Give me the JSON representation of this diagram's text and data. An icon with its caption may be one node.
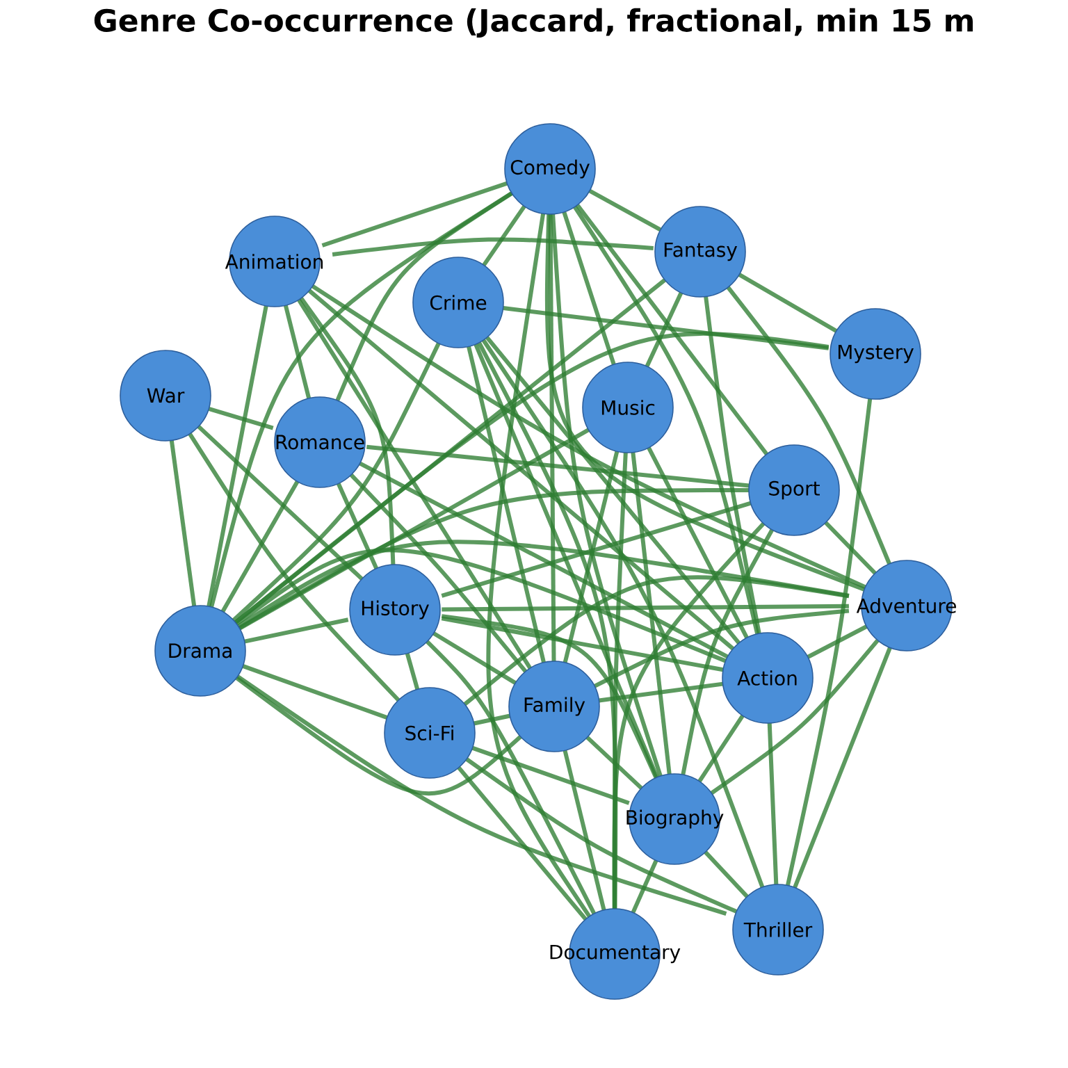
{
  "diagram": {
    "title": "Genre Co-occurrence (Jaccard, fractional, min 15 m",
    "nodes": [
      {
        "text": [
          "Comedy"
        ]
      },
      {
        "text": [
          "Fantasy"
        ]
      },
      {
        "text": [
          "Animation"
        ]
      },
      {
        "text": [
          "Crime"
        ]
      },
      {
        "text": [
          "Mystery"
        ]
      },
      {
        "text": [
          "War"
        ]
      },
      {
        "text": [
          "Music"
        ]
      },
      {
        "text": [
          "Romance"
        ]
      },
      {
        "text": [
          "Sport"
        ]
      },
      {
        "text": [
          "Adventure"
        ]
      },
      {
        "text": [
          "History"
        ]
      },
      {
        "text": [
          "Drama"
        ]
      },
      {
        "text": [
          "Action"
        ]
      },
      {
        "text": [
          "Family"
        ]
      },
      {
        "text": [
          "Sci-Fi"
        ]
      },
      {
        "text": [
          "Biography"
        ]
      },
      {
        "text": [
          "Documentary"
        ]
      },
      {
        "text": [
          "Thriller"
        ]
      }
    ],
    "edges": [
      {
        "from": 0,
        "to": 2,
        "arrow": "none"
      },
      {
        "from": 0,
        "to": 1,
        "arrow": "none"
      },
      {
        "from": 0,
        "to": 3,
        "arrow": "none"
      },
      {
        "from": 0,
        "to": 7,
        "arrow": "none"
      },
      {
        "from": 0,
        "to": 11,
        "arrow": "none"
      },
      {
        "from": 0,
        "to": 13,
        "arrow": "none"
      },
      {
        "from": 0,
        "to": 16,
        "arrow": "none"
      },
      {
        "from": 0,
        "to": 6,
        "arrow": "none"
      },
      {
        "from": 0,
        "to": 15,
        "arrow": "none"
      },
      {
        "from": 0,
        "to": 12,
        "arrow": "none"
      },
      {
        "from": 0,
        "to": 8,
        "arrow": "none"
      },
      {
        "from": 0,
        "to": 9,
        "arrow": "none"
      },
      {
        "from": 1,
        "to": 2,
        "arrow": "none"
      },
      {
        "from": 1,
        "to": 4,
        "arrow": "none"
      },
      {
        "from": 1,
        "to": 6,
        "arrow": "none"
      },
      {
        "from": 1,
        "to": 11,
        "arrow": "none"
      },
      {
        "from": 1,
        "to": 12,
        "arrow": "none"
      },
      {
        "from": 1,
        "to": 9,
        "arrow": "none"
      },
      {
        "from": 2,
        "to": 11,
        "arrow": "none"
      },
      {
        "from": 2,
        "to": 7,
        "arrow": "none"
      },
      {
        "from": 2,
        "to": 13,
        "arrow": "none"
      },
      {
        "from": 2,
        "to": 12,
        "arrow": "none"
      },
      {
        "from": 2,
        "to": 9,
        "arrow": "none"
      },
      {
        "from": 2,
        "to": 10,
        "arrow": "none"
      },
      {
        "from": 3,
        "to": 4,
        "arrow": "none"
      },
      {
        "from": 3,
        "to": 11,
        "arrow": "none"
      },
      {
        "from": 3,
        "to": 13,
        "arrow": "none"
      },
      {
        "from": 3,
        "to": 15,
        "arrow": "none"
      },
      {
        "from": 3,
        "to": 17,
        "arrow": "none"
      },
      {
        "from": 3,
        "to": 12,
        "arrow": "none"
      },
      {
        "from": 3,
        "to": 16,
        "arrow": "none"
      },
      {
        "from": 4,
        "to": 11,
        "arrow": "none"
      },
      {
        "from": 4,
        "to": 17,
        "arrow": "none"
      },
      {
        "from": 5,
        "to": 11,
        "arrow": "none"
      },
      {
        "from": 5,
        "to": 7,
        "arrow": "none"
      },
      {
        "from": 5,
        "to": 10,
        "arrow": "none"
      },
      {
        "from": 5,
        "to": 14,
        "arrow": "none"
      },
      {
        "from": 6,
        "to": 11,
        "arrow": "none"
      },
      {
        "from": 6,
        "to": 13,
        "arrow": "none"
      },
      {
        "from": 6,
        "to": 16,
        "arrow": "none"
      },
      {
        "from": 6,
        "to": 15,
        "arrow": "none"
      },
      {
        "from": 6,
        "to": 12,
        "arrow": "none"
      },
      {
        "from": 7,
        "to": 11,
        "arrow": "none"
      },
      {
        "from": 7,
        "to": 8,
        "arrow": "none"
      },
      {
        "from": 7,
        "to": 10,
        "arrow": "none"
      },
      {
        "from": 7,
        "to": 13,
        "arrow": "none"
      },
      {
        "from": 7,
        "to": 12,
        "arrow": "none"
      },
      {
        "from": 8,
        "to": 9,
        "arrow": "none"
      },
      {
        "from": 8,
        "to": 10,
        "arrow": "none"
      },
      {
        "from": 8,
        "to": 15,
        "arrow": "none"
      },
      {
        "from": 8,
        "to": 16,
        "arrow": "none"
      },
      {
        "from": 8,
        "to": 11,
        "arrow": "none"
      },
      {
        "from": 9,
        "to": 10,
        "arrow": "none"
      },
      {
        "from": 9,
        "to": 11,
        "arrow": "none"
      },
      {
        "from": 9,
        "to": 12,
        "arrow": "none"
      },
      {
        "from": 9,
        "to": 13,
        "arrow": "none"
      },
      {
        "from": 9,
        "to": 15,
        "arrow": "none"
      },
      {
        "from": 9,
        "to": 17,
        "arrow": "none"
      },
      {
        "from": 9,
        "to": 14,
        "arrow": "none"
      },
      {
        "from": 10,
        "to": 11,
        "arrow": "none"
      },
      {
        "from": 10,
        "to": 12,
        "arrow": "none"
      },
      {
        "from": 10,
        "to": 13,
        "arrow": "none"
      },
      {
        "from": 10,
        "to": 15,
        "arrow": "none"
      },
      {
        "from": 10,
        "to": 14,
        "arrow": "none"
      },
      {
        "from": 10,
        "to": 16,
        "arrow": "none"
      },
      {
        "from": 11,
        "to": 12,
        "arrow": "none"
      },
      {
        "from": 11,
        "to": 13,
        "arrow": "none"
      },
      {
        "from": 11,
        "to": 14,
        "arrow": "none"
      },
      {
        "from": 11,
        "to": 17,
        "arrow": "none"
      },
      {
        "from": 12,
        "to": 17,
        "arrow": "none"
      },
      {
        "from": 12,
        "to": 15,
        "arrow": "none"
      },
      {
        "from": 12,
        "to": 13,
        "arrow": "none"
      },
      {
        "from": 13,
        "to": 14,
        "arrow": "none"
      },
      {
        "from": 13,
        "to": 16,
        "arrow": "none"
      },
      {
        "from": 13,
        "to": 15,
        "arrow": "none"
      },
      {
        "from": 14,
        "to": 15,
        "arrow": "none"
      },
      {
        "from": 14,
        "to": 17,
        "arrow": "none"
      },
      {
        "from": 14,
        "to": 16,
        "arrow": "none"
      },
      {
        "from": 15,
        "to": 16,
        "arrow": "none"
      },
      {
        "from": 15,
        "to": 17,
        "arrow": "none"
      }
    ]
  }
}
